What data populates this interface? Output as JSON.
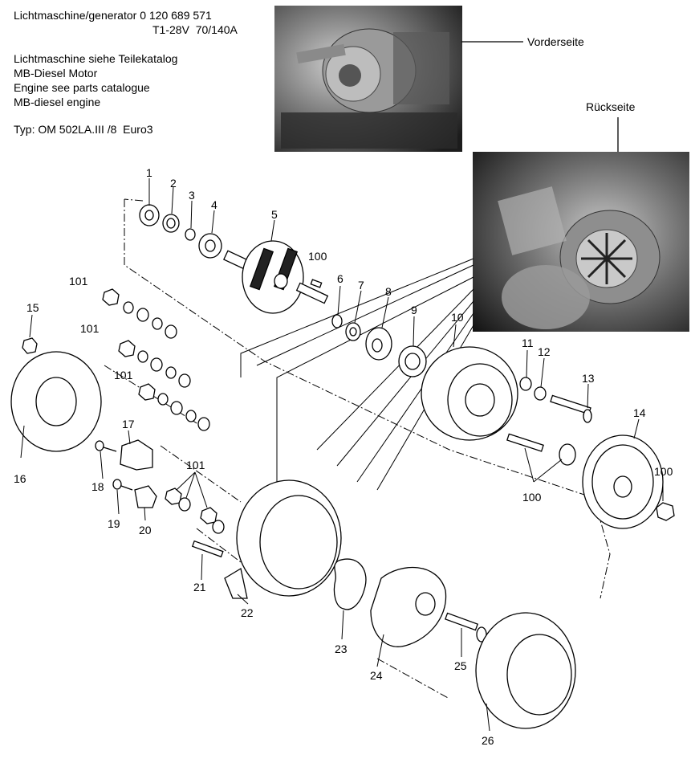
{
  "header": {
    "line1": "Lichtmaschine/generator 0 120 689 571",
    "line2": "T1-28V  70/140A",
    "line3": "Lichtmaschine siehe Teilekatalog",
    "line4": "MB-Diesel Motor",
    "line5": "Engine see parts catalogue",
    "line6": "MB-diesel engine",
    "line7": "Typ: OM 502LA.III /8  Euro3"
  },
  "photos": {
    "front_label": "Vorderseite",
    "rear_label": "Rückseite"
  },
  "callouts": [
    {
      "id": "c1",
      "text": "1"
    },
    {
      "id": "c2",
      "text": "2"
    },
    {
      "id": "c3",
      "text": "3"
    },
    {
      "id": "c4",
      "text": "4"
    },
    {
      "id": "c5",
      "text": "5"
    },
    {
      "id": "c100a",
      "text": "100"
    },
    {
      "id": "c6",
      "text": "6"
    },
    {
      "id": "c7",
      "text": "7"
    },
    {
      "id": "c8",
      "text": "8"
    },
    {
      "id": "c9",
      "text": "9"
    },
    {
      "id": "c10",
      "text": "10"
    },
    {
      "id": "c11",
      "text": "11"
    },
    {
      "id": "c12",
      "text": "12"
    },
    {
      "id": "c13",
      "text": "13"
    },
    {
      "id": "c14",
      "text": "14"
    },
    {
      "id": "c15",
      "text": "15"
    },
    {
      "id": "c16",
      "text": "16"
    },
    {
      "id": "c17",
      "text": "17"
    },
    {
      "id": "c18",
      "text": "18"
    },
    {
      "id": "c19",
      "text": "19"
    },
    {
      "id": "c20",
      "text": "20"
    },
    {
      "id": "c21",
      "text": "21"
    },
    {
      "id": "c22",
      "text": "22"
    },
    {
      "id": "c23",
      "text": "23"
    },
    {
      "id": "c24",
      "text": "24"
    },
    {
      "id": "c25",
      "text": "25"
    },
    {
      "id": "c26",
      "text": "26"
    },
    {
      "id": "c101a",
      "text": "101"
    },
    {
      "id": "c101b",
      "text": "101"
    },
    {
      "id": "c101c",
      "text": "101"
    },
    {
      "id": "c101d",
      "text": "101"
    },
    {
      "id": "c100b",
      "text": "100"
    },
    {
      "id": "c100c",
      "text": "100"
    }
  ]
}
